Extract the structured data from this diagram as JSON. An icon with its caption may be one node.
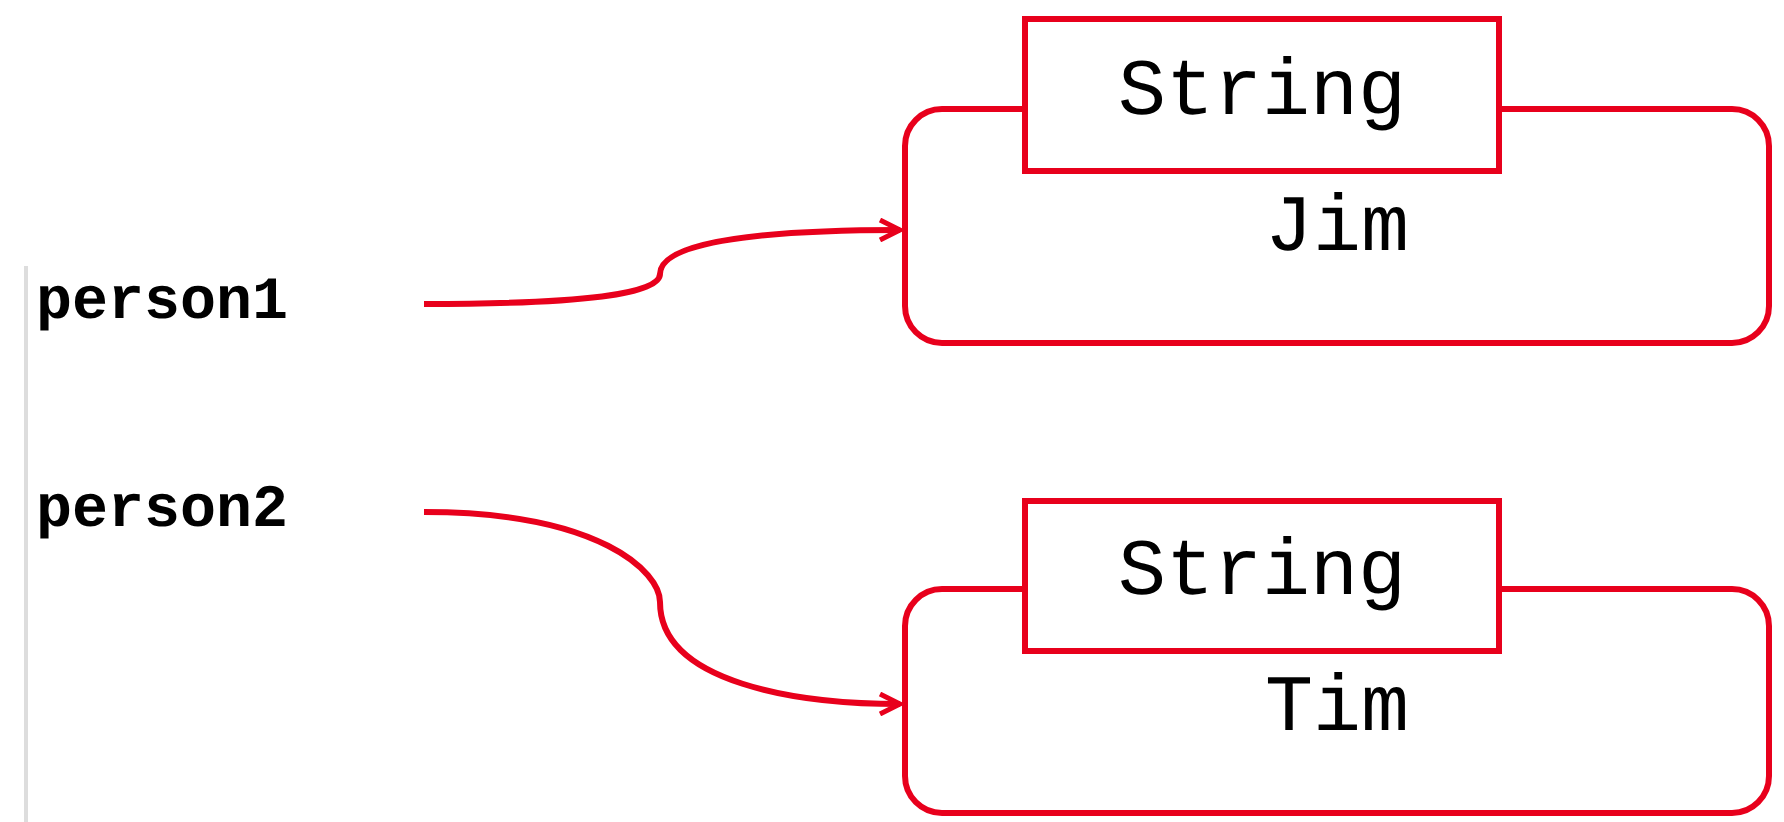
{
  "diagram": {
    "nodes": [
      {
        "text": [
          "String"
        ]
      },
      {
        "text": [
          "Jim"
        ]
      },
      {
        "text": [
          "person1"
        ]
      },
      {
        "text": [
          "person2"
        ]
      },
      {
        "text": [
          "String"
        ]
      },
      {
        "text": [
          "Tim"
        ]
      }
    ],
    "edges": [
      {
        "from": 2,
        "to": 1,
        "arrow": "to"
      },
      {
        "from": 3,
        "to": 5,
        "arrow": "to"
      }
    ]
  }
}
